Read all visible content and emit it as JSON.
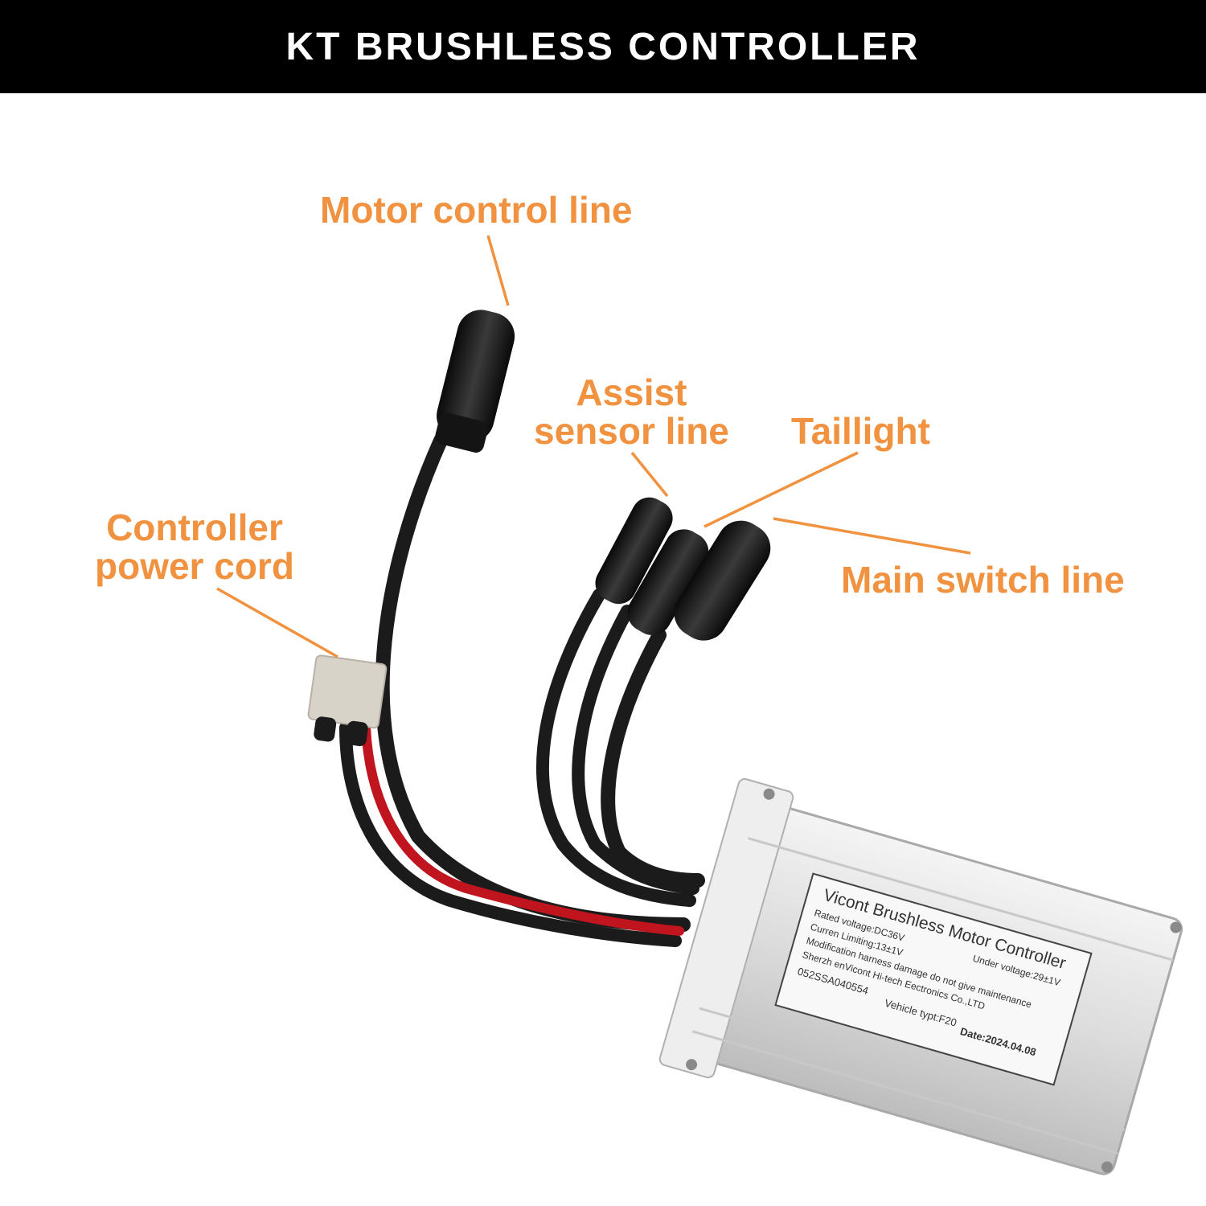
{
  "header": {
    "title": "KT BRUSHLESS CONTROLLER"
  },
  "colors": {
    "accent": "#F0923F",
    "banner": "#000000",
    "cable": "#1b1b1b",
    "red_wire": "#c0151f",
    "housing": "#e4e4e4",
    "connector": "#d8d3c8"
  },
  "callouts": {
    "motor_control": "Motor control line",
    "assist_sensor_1": "Assist",
    "assist_sensor_2": "sensor line",
    "taillight": "Taillight",
    "power_cord_1": "Controller",
    "power_cord_2": "power cord",
    "main_switch": "Main switch line"
  },
  "product_label": {
    "title": "Vicont Brushless Motor Controller",
    "rated_voltage": "Rated voltage:DC36V",
    "under_voltage": "Under voltage:29±1V",
    "current_limit": "Curren Limiting:13±1V",
    "warning": "Modification harness damage do not give maintenance",
    "maker": "Sherzh enVicont Hi-tech Eectronics Co.,LTD",
    "serial": "052SSA040554",
    "vehicle": "Vehicle typt:F20",
    "date": "Date:2024.04.08"
  }
}
